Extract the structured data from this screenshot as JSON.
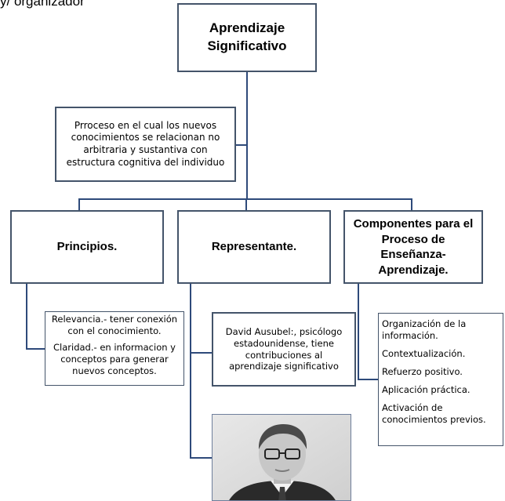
{
  "top_fragment": "y/ organizador",
  "root": {
    "line1": "Aprendizaje",
    "line2": "Significativo"
  },
  "definition": "Prroceso en el cual los nuevos conocimientos se relacionan no arbitraria y sustantiva con estructura cognitiva del individuo",
  "branches": {
    "principios": "Principios.",
    "representante": "Representante.",
    "componentes": "Componentes para el Proceso de Enseñanza-Aprendizaje."
  },
  "principios_details": [
    "Relevancia.- tener conexión con el conocimiento.",
    "Claridad.- en informacion y conceptos para generar nuevos conceptos."
  ],
  "representante_detail": "David Ausubel:, psicólogo estadounidense, tiene contribuciones al aprendizaje significativo",
  "componentes_details": [
    "Organización de la información.",
    "Contextualización.",
    "Refuerzo positivo.",
    "Aplicación práctica.",
    "Activación de conocimientos previos."
  ],
  "photo_subject": "portrait-of-david-ausubel"
}
